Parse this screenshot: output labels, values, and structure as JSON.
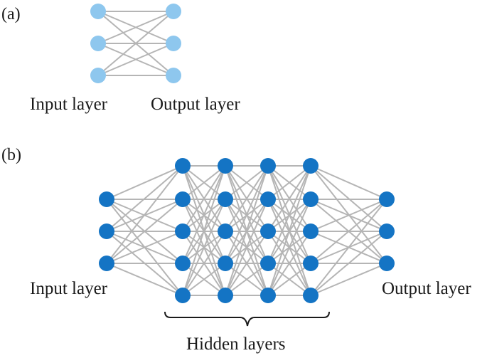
{
  "panel_a": {
    "label": "(a)",
    "input_label": "Input layer",
    "output_label": "Output layer",
    "layers": [
      3,
      3
    ],
    "node_color": "#8ec7ee"
  },
  "panel_b": {
    "label": "(b)",
    "input_label": "Input layer",
    "hidden_label": "Hidden layers",
    "output_label": "Output layer",
    "layers": [
      3,
      5,
      5,
      5,
      5,
      3
    ],
    "node_color": "#1474c4"
  },
  "colors": {
    "edge": "#b5b5b5",
    "text": "#1a1a1a"
  }
}
